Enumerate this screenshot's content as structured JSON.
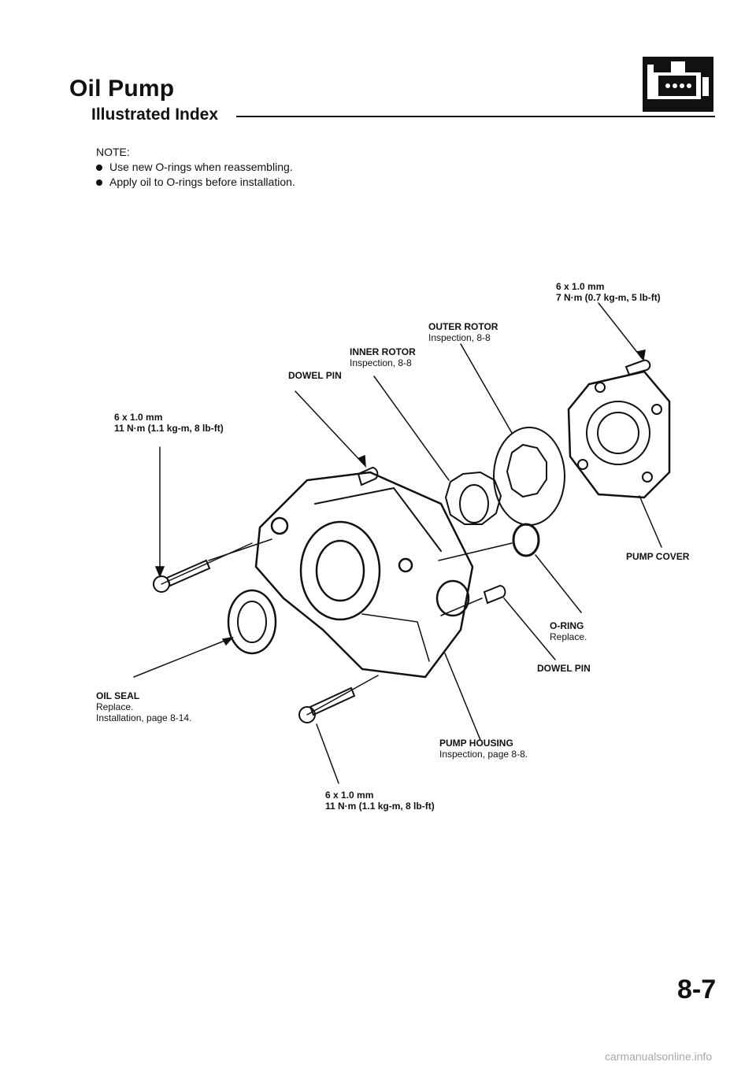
{
  "header": {
    "title": "Oil Pump",
    "subtitle": "Illustrated Index",
    "section_icon": "engine-icon"
  },
  "note": {
    "heading": "NOTE:",
    "items": [
      "Use new O-rings when reassembling.",
      "Apply oil to O-rings before installation."
    ]
  },
  "callouts": {
    "bolt_top_right": {
      "size": "6 x 1.0 mm",
      "torque": "7 N·m (0.7 kg-m, 5 lb-ft)"
    },
    "outer_rotor": {
      "name": "OUTER ROTOR",
      "ref": "Inspection, 8-8"
    },
    "inner_rotor": {
      "name": "INNER ROTOR",
      "ref": "Inspection, 8-8"
    },
    "dowel_pin_top": {
      "name": "DOWEL PIN"
    },
    "bolt_left": {
      "size": "6 x 1.0 mm",
      "torque": "11 N·m (1.1 kg-m, 8 lb-ft)"
    },
    "pump_cover": {
      "name": "PUMP COVER"
    },
    "o_ring": {
      "name": "O-RING",
      "note": "Replace."
    },
    "dowel_pin_bottom": {
      "name": "DOWEL PIN"
    },
    "oil_seal": {
      "name": "OIL SEAL",
      "note": "Replace.",
      "ref": "Installation, page 8-14."
    },
    "pump_housing": {
      "name": "PUMP HOUSING",
      "ref": "Inspection, page 8-8."
    },
    "bolt_bottom": {
      "size": "6 x 1.0 mm",
      "torque": "11 N·m (1.1 kg-m, 8 lb-ft)"
    }
  },
  "footer": {
    "page_number": "8-7",
    "watermark": "carmanualsonline.info"
  }
}
